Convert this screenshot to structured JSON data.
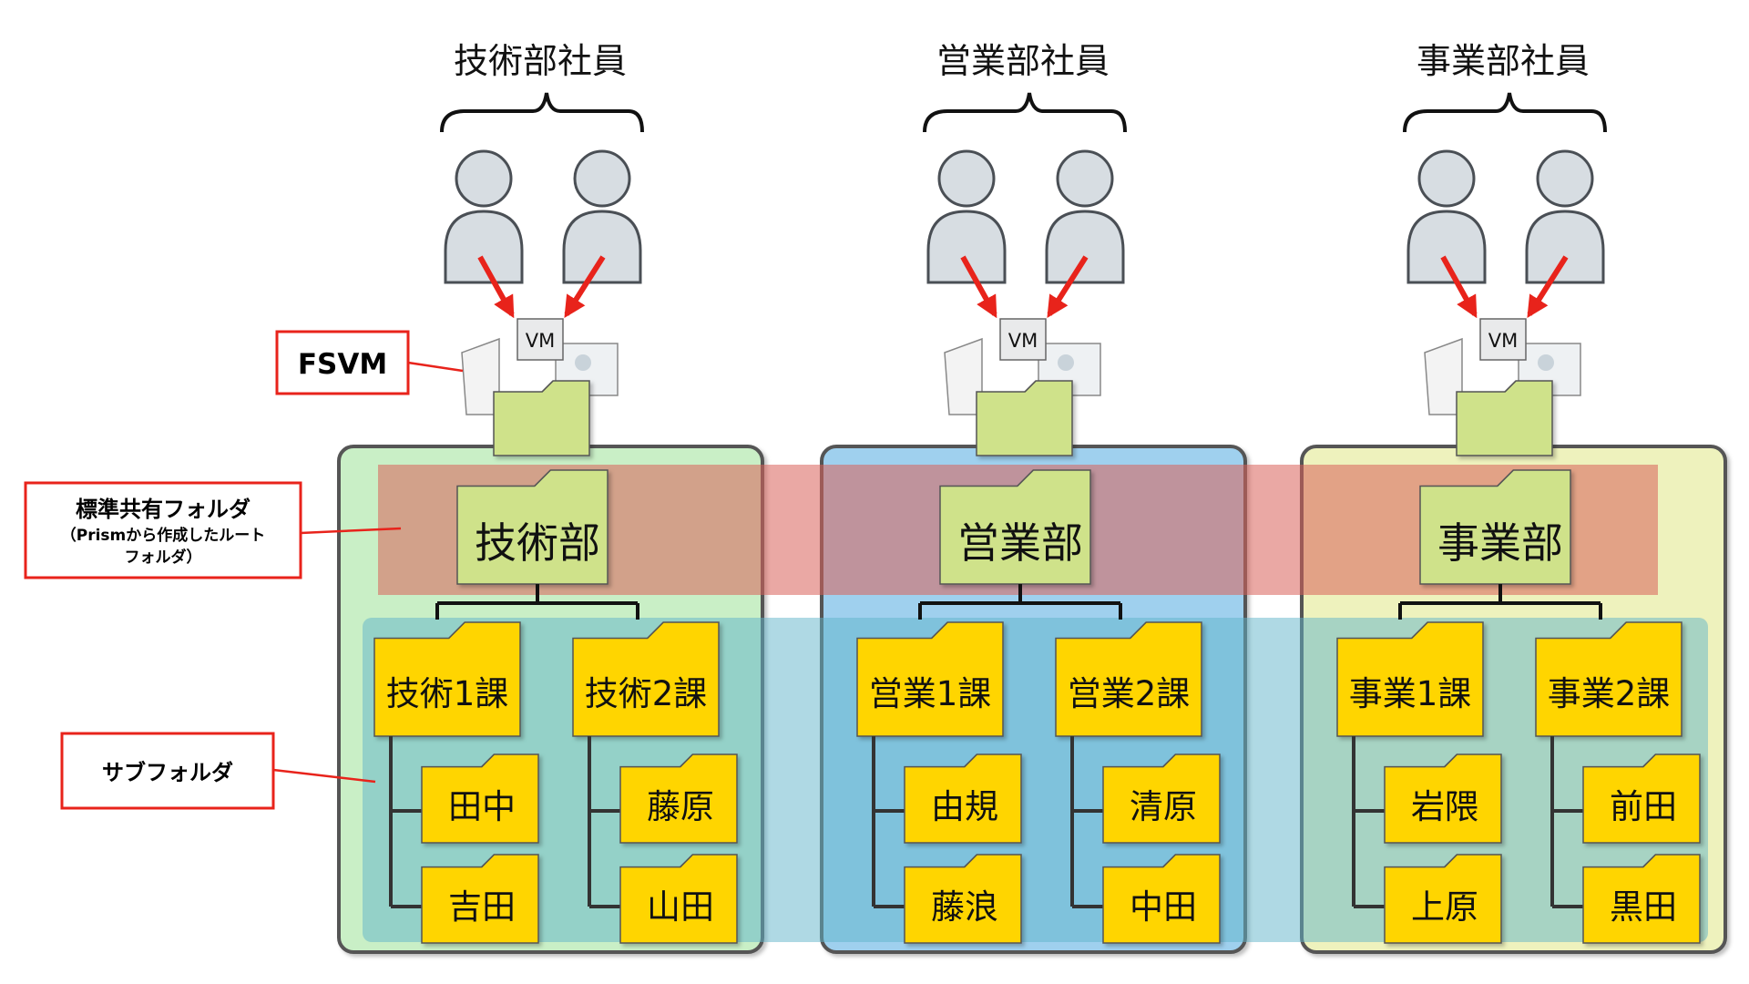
{
  "callouts": {
    "fsvm": "FSVM",
    "std_share_line1": "標準共有フォルダ",
    "std_share_line2": "（Prismから作成したルート",
    "std_share_line3": "フォルダ）",
    "subfolder": "サブフォルダ"
  },
  "vm_label": "VM",
  "colors": {
    "accent_red": "#e8231b",
    "tech_panel": "#c9efc6",
    "sales_panel": "#9fd0ee",
    "business_panel": "#eef2bd",
    "root_band": "#d9605a",
    "sub_band": "#5fb4c9",
    "root_folder": "#cfe28a",
    "sub_folder": "#ffd500",
    "person": "#d7dde2"
  },
  "departments": [
    {
      "group_label": "技術部社員",
      "root_folder": "技術部",
      "sections": [
        {
          "name": "技術1課",
          "members": [
            "田中",
            "吉田"
          ]
        },
        {
          "name": "技術2課",
          "members": [
            "藤原",
            "山田"
          ]
        }
      ]
    },
    {
      "group_label": "営業部社員",
      "root_folder": "営業部",
      "sections": [
        {
          "name": "営業1課",
          "members": [
            "由規",
            "藤浪"
          ]
        },
        {
          "name": "営業2課",
          "members": [
            "清原",
            "中田"
          ]
        }
      ]
    },
    {
      "group_label": "事業部社員",
      "root_folder": "事業部",
      "sections": [
        {
          "name": "事業1課",
          "members": [
            "岩隈",
            "上原"
          ]
        },
        {
          "name": "事業2課",
          "members": [
            "前田",
            "黒田"
          ]
        }
      ]
    }
  ]
}
